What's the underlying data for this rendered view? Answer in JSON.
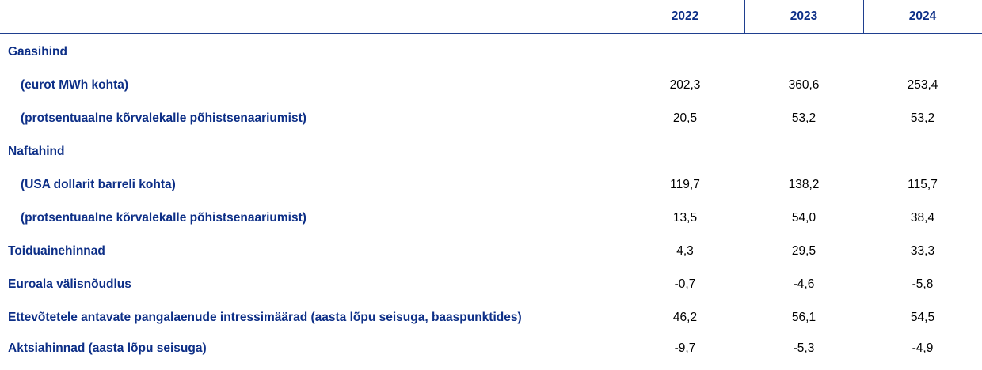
{
  "header": {
    "years": [
      "2022",
      "2023",
      "2024"
    ]
  },
  "rows": [
    {
      "label": "Gaasihind",
      "indent": false,
      "values": [
        "",
        "",
        ""
      ]
    },
    {
      "label": "(eurot MWh kohta)",
      "indent": true,
      "values": [
        "202,3",
        "360,6",
        "253,4"
      ]
    },
    {
      "label": "(protsentuaalne kõrvalekalle põhistsenaariumist)",
      "indent": true,
      "values": [
        "20,5",
        "53,2",
        "53,2"
      ]
    },
    {
      "label": "Naftahind",
      "indent": false,
      "values": [
        "",
        "",
        ""
      ]
    },
    {
      "label": "(USA dollarit barreli kohta)",
      "indent": true,
      "values": [
        "119,7",
        "138,2",
        "115,7"
      ]
    },
    {
      "label": "(protsentuaalne kõrvalekalle põhistsenaariumist)",
      "indent": true,
      "values": [
        "13,5",
        "54,0",
        "38,4"
      ]
    },
    {
      "label": "Toiduainehinnad",
      "indent": false,
      "values": [
        "4,3",
        "29,5",
        "33,3"
      ]
    },
    {
      "label": "Euroala välisnõudlus",
      "indent": false,
      "values": [
        "-0,7",
        "-4,6",
        "-5,8"
      ]
    },
    {
      "label": "Ettevõtetele antavate pangalaenude intressimäärad (aasta lõpu seisuga, baaspunktides)",
      "indent": false,
      "values": [
        "46,2",
        "56,1",
        "54,5"
      ]
    },
    {
      "label": "Aktsiahinnad (aasta lõpu seisuga)",
      "indent": false,
      "values": [
        "-9,7",
        "-5,3",
        "-4,9"
      ]
    }
  ]
}
